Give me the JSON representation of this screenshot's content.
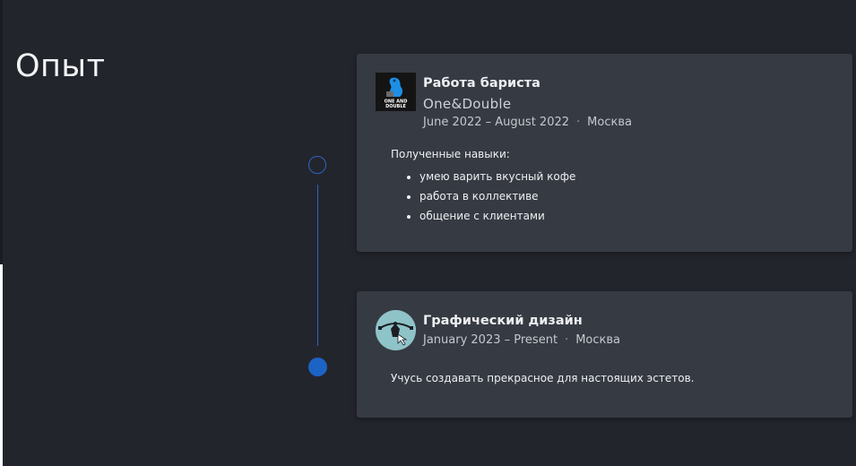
{
  "section": {
    "title": "Опыт"
  },
  "experience": [
    {
      "title": "Работа бариста",
      "company": "One&Double",
      "dates": "June 2022 – August 2022",
      "separator": "·",
      "location": "Москва",
      "logo_text_1": "ONE AND",
      "logo_text_2": "DOUBLE",
      "skills_heading": "Полученные навыки:",
      "skills": [
        "умею варить вкусный кофе",
        "работа в коллективе",
        "общение с клиентами"
      ]
    },
    {
      "title": "Графический дизайн",
      "dates": "January 2023 – Present",
      "separator": "·",
      "location": "Москва",
      "description": "Учусь создавать прекрасное для настоящих эстетов."
    }
  ],
  "colors": {
    "background": "#23252d",
    "card": "#363a42",
    "timeline_accent": "#1d63c4"
  },
  "icons": {
    "logo_1": "one-and-double-logo-icon",
    "logo_2": "pen-tool-icon"
  }
}
